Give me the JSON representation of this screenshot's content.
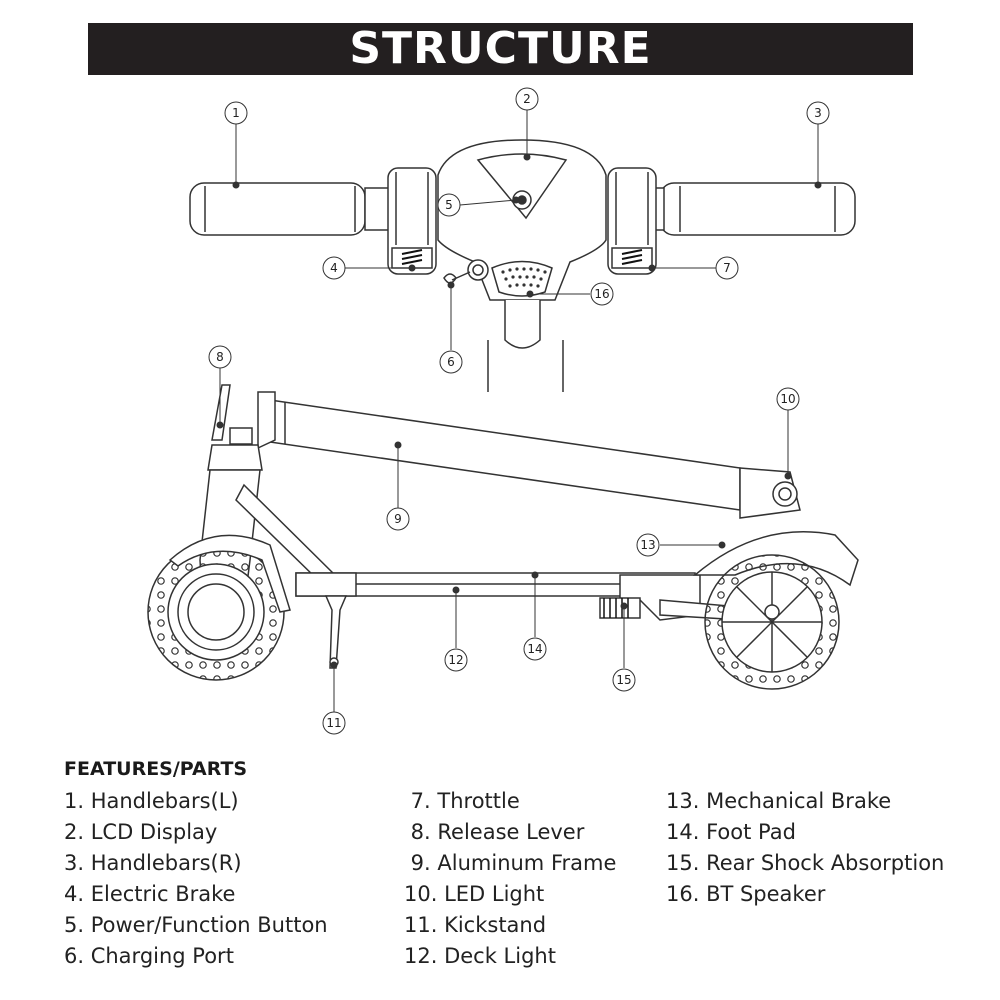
{
  "header": {
    "title": "STRUCTURE"
  },
  "callouts": [
    "1",
    "2",
    "3",
    "4",
    "5",
    "6",
    "7",
    "8",
    "9",
    "10",
    "11",
    "12",
    "13",
    "14",
    "15",
    "16"
  ],
  "legend": {
    "title": "FEATURES/PARTS",
    "col1": [
      "1. Handlebars(L)",
      "2. LCD Display",
      "3. Handlebars(R)",
      "4. Electric Brake",
      "5. Power/Function Button",
      "6. Charging Port"
    ],
    "col2": [
      " 7. Throttle",
      " 8. Release Lever",
      " 9. Aluminum Frame",
      "10. LED Light",
      "11. Kickstand",
      "12. Deck Light"
    ],
    "col3": [
      "13. Mechanical Brake",
      "14. Foot Pad",
      "15. Rear Shock Absorption",
      "16. BT Speaker"
    ]
  }
}
